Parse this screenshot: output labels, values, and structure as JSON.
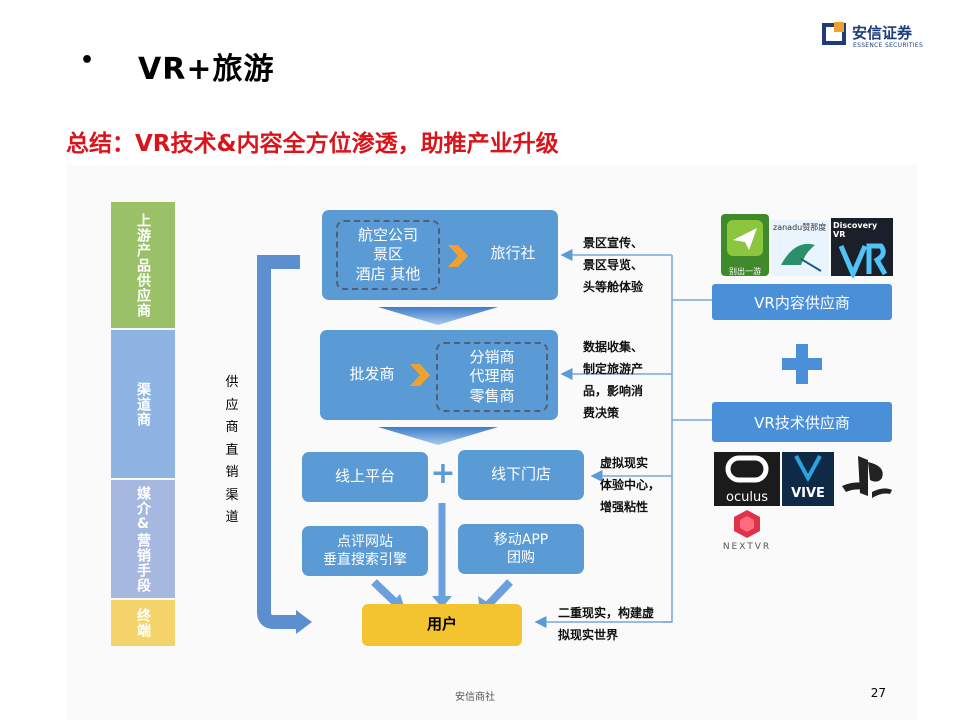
{
  "header": {
    "bullet": "•",
    "title": "VR+旅游",
    "subtitle": "总结：VR技术&内容全方位渗透，助推产业升级",
    "logo_cn": "安信证券",
    "logo_en": "ESSENCE SECURITIES"
  },
  "side_labels": {
    "upstream": "上游产品供应商",
    "channel": "渠道商",
    "media": "媒介&营销手段",
    "terminal": "终端"
  },
  "flow": {
    "supplier_group": "航空公司\n景区\n酒店  其他",
    "travel_agency": "旅行社",
    "wholesaler": "批发商",
    "distributor_group": "分销商\n代理商\n零售商",
    "online_platform": "线上平台",
    "offline_store": "线下门店",
    "review_sites": "点评网站\n垂直搜索引擎",
    "mobile_app": "移动APP\n团购",
    "user": "用户",
    "plus": "+",
    "direct_channel": "供应商直销渠道"
  },
  "notes": {
    "content_effect": "景区宣传、\n景区导览、\n头等舱体验",
    "data_effect": "数据收集、\n制定旅游产\n品，影响消\n费决策",
    "store_effect": "虚拟现实\n体验中心，\n增强粘性",
    "user_effect": "二重现实，构建虚\n拟现实世界"
  },
  "vr": {
    "content_supplier": "VR内容供应商",
    "tech_supplier": "VR技术供应商",
    "app1_label": "别出一游",
    "app2_label": "zanadu赞那度",
    "app3_label": "Discovery VR",
    "oculus": "oculus",
    "vive": "VIVE",
    "nextvr": "NEXTVR"
  },
  "footer": {
    "source": "安信商社",
    "page": "27"
  },
  "colors": {
    "title_red": "#d9141b",
    "box_blue": "#5b9bd5",
    "upstream_green": "#9bc168",
    "channel_blue": "#8db4e2",
    "media_lavender": "#a6b8e0",
    "terminal_yellow": "#f5d36b",
    "user_gold": "#f4c430",
    "arrow_orange": "#f0a030"
  }
}
